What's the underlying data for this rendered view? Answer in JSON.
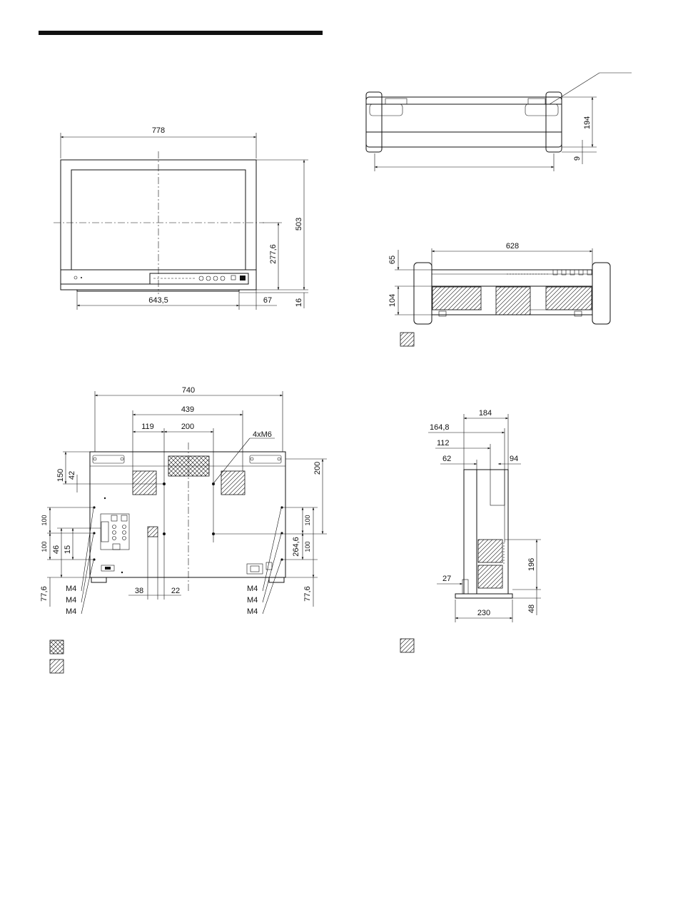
{
  "front_view": {
    "width": "778",
    "height": "503",
    "center_height": "277,6",
    "foot_span": "643,5",
    "foot_offset": "67",
    "foot_height": "16"
  },
  "top_view": {
    "height": "194",
    "foot": "9"
  },
  "bottom_view": {
    "width": "628",
    "dim_65": "65",
    "dim_104": "104"
  },
  "rear_view": {
    "width": "740",
    "vesa_outer": "439",
    "dim_119": "119",
    "dim_200_h": "200",
    "mount_label": "4xM6",
    "dim_150": "150",
    "dim_42": "42",
    "dim_200_v": "200",
    "dim_100_a": "100",
    "dim_100_b": "100",
    "dim_46": "46",
    "dim_15": "15",
    "dim_100_r1": "100",
    "dim_100_r2": "100",
    "dim_264": "264,6",
    "dim_77_left": "77,6",
    "dim_77_right": "77,6",
    "dim_38": "38",
    "dim_22": "22",
    "screw_labels_left": [
      "M4",
      "M4",
      "M4"
    ],
    "screw_labels_right": [
      "M4",
      "M4",
      "M4"
    ]
  },
  "side_view": {
    "depth": "184",
    "dim_164": "164,8",
    "dim_112": "112",
    "dim_62": "62",
    "dim_94": "94",
    "dim_196": "196",
    "dim_27": "27",
    "base_width": "230",
    "base_height": "48"
  }
}
